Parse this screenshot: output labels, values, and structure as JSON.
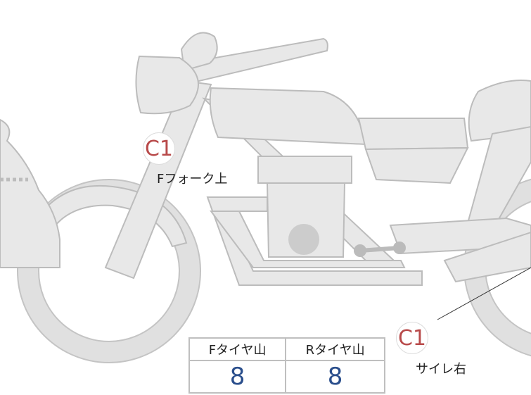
{
  "annotations": {
    "front_fork": {
      "badge": "C1",
      "label": "Fフォーク上"
    },
    "right_side": {
      "badge": "C1",
      "label": "サイレ右"
    }
  },
  "tire_table": {
    "headers": [
      "Fタイヤ山",
      "Rタイヤ山"
    ],
    "values": [
      "8",
      "8"
    ]
  },
  "colors": {
    "part_fill": "#e8e8e8",
    "part_stroke": "#bcbcbc",
    "badge_text": "#b84a4a",
    "value_text": "#2a4e8c"
  }
}
